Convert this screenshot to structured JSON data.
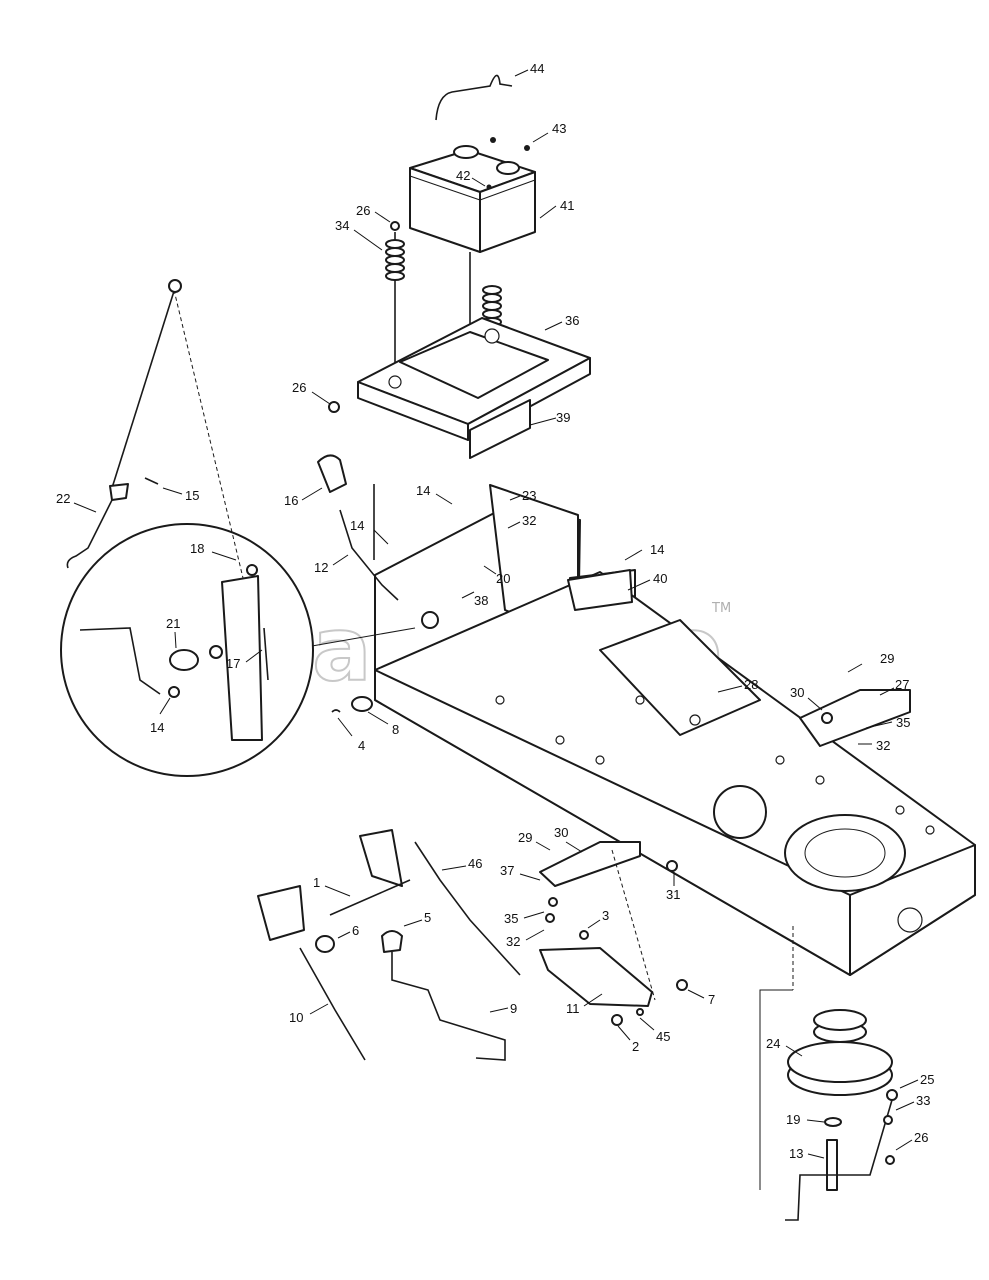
{
  "watermark": {
    "text": "PartsTree",
    "tm": "TM"
  },
  "callouts": [
    {
      "id": "c44",
      "label": "44"
    },
    {
      "id": "c43",
      "label": "43"
    },
    {
      "id": "c42",
      "label": "42"
    },
    {
      "id": "c41",
      "label": "41"
    },
    {
      "id": "c26a",
      "label": "26"
    },
    {
      "id": "c34",
      "label": "34"
    },
    {
      "id": "c36",
      "label": "36"
    },
    {
      "id": "c26b",
      "label": "26"
    },
    {
      "id": "c39",
      "label": "39"
    },
    {
      "id": "c22",
      "label": "22"
    },
    {
      "id": "c15",
      "label": "15"
    },
    {
      "id": "c16",
      "label": "16"
    },
    {
      "id": "c14a",
      "label": "14"
    },
    {
      "id": "c23",
      "label": "23"
    },
    {
      "id": "c32a",
      "label": "32"
    },
    {
      "id": "c14b",
      "label": "14"
    },
    {
      "id": "c18",
      "label": "18"
    },
    {
      "id": "c12",
      "label": "12"
    },
    {
      "id": "c20",
      "label": "20"
    },
    {
      "id": "c14c",
      "label": "14"
    },
    {
      "id": "c40",
      "label": "40"
    },
    {
      "id": "c38",
      "label": "38"
    },
    {
      "id": "c21",
      "label": "21"
    },
    {
      "id": "c17",
      "label": "17"
    },
    {
      "id": "c14d",
      "label": "14"
    },
    {
      "id": "c29a",
      "label": "29"
    },
    {
      "id": "c27",
      "label": "27"
    },
    {
      "id": "c30a",
      "label": "30"
    },
    {
      "id": "c28",
      "label": "28"
    },
    {
      "id": "c8",
      "label": "8"
    },
    {
      "id": "c4",
      "label": "4"
    },
    {
      "id": "c35a",
      "label": "35"
    },
    {
      "id": "c32b",
      "label": "32"
    },
    {
      "id": "c29b",
      "label": "29"
    },
    {
      "id": "c30b",
      "label": "30"
    },
    {
      "id": "c46",
      "label": "46"
    },
    {
      "id": "c37",
      "label": "37"
    },
    {
      "id": "c31",
      "label": "31"
    },
    {
      "id": "c1",
      "label": "1"
    },
    {
      "id": "c35b",
      "label": "35"
    },
    {
      "id": "c3",
      "label": "3"
    },
    {
      "id": "c5",
      "label": "5"
    },
    {
      "id": "c6",
      "label": "6"
    },
    {
      "id": "c32c",
      "label": "32"
    },
    {
      "id": "c10",
      "label": "10"
    },
    {
      "id": "c9",
      "label": "9"
    },
    {
      "id": "c11",
      "label": "11"
    },
    {
      "id": "c7",
      "label": "7"
    },
    {
      "id": "c45",
      "label": "45"
    },
    {
      "id": "c2",
      "label": "2"
    },
    {
      "id": "c24",
      "label": "24"
    },
    {
      "id": "c25",
      "label": "25"
    },
    {
      "id": "c33",
      "label": "33"
    },
    {
      "id": "c19",
      "label": "19"
    },
    {
      "id": "c26c",
      "label": "26"
    },
    {
      "id": "c13",
      "label": "13"
    }
  ]
}
